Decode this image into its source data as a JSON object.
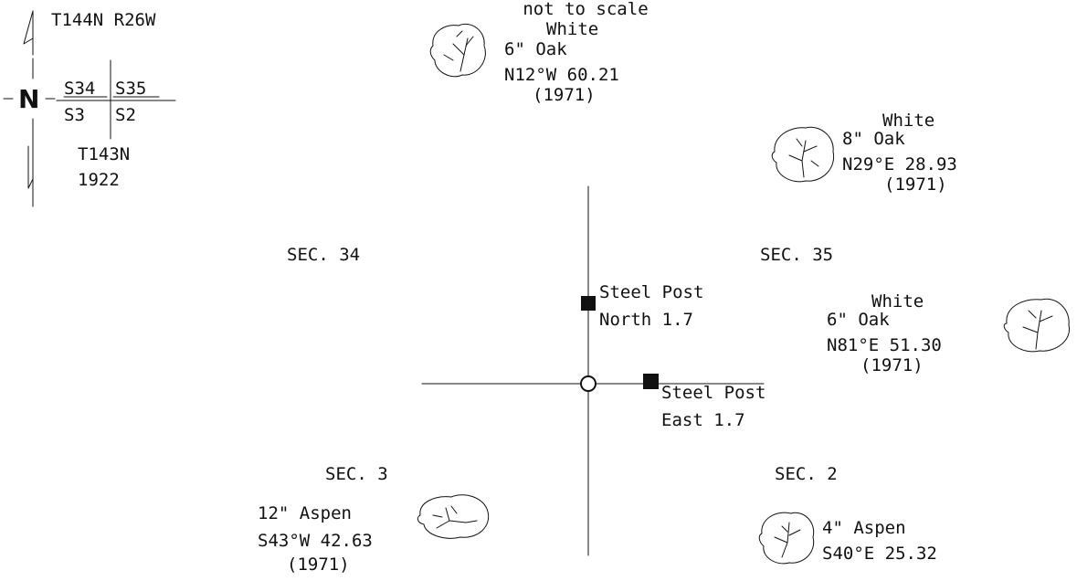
{
  "note": "not to scale",
  "locator": {
    "township_top": "T144N R26W",
    "north_letter": "N",
    "cells": [
      "S34",
      "S35",
      "S3",
      "S2"
    ],
    "township_bottom": "T143N",
    "year": "1922"
  },
  "sections": {
    "nw": "SEC. 34",
    "ne": "SEC. 35",
    "sw": "SEC. 3",
    "se": "SEC. 2"
  },
  "posts": {
    "north": {
      "line1": "Steel Post",
      "line2": "North 1.7"
    },
    "east": {
      "line1": "Steel Post",
      "line2": "East 1.7"
    }
  },
  "bearing_trees": {
    "top": {
      "line1": "White",
      "line2": "6\" Oak",
      "line3": "N12°W 60.21",
      "line4": "(1971)",
      "icon": "tree-icon"
    },
    "upper_right": {
      "line1": "White",
      "line2": "8\" Oak",
      "line3": "N29°E 28.93",
      "line4": "(1971)",
      "icon": "tree-icon"
    },
    "right": {
      "line1": "White",
      "line2": "6\" Oak",
      "line3": "N81°E 51.30",
      "line4": "(1971)",
      "icon": "tree-icon"
    },
    "lower_left": {
      "line1": "12\" Aspen",
      "line2": "S43°W 42.63",
      "line3": "(1971)",
      "icon": "tree-icon"
    },
    "lower_right": {
      "line1": "4\" Aspen",
      "line2": "S40°E 25.32",
      "icon": "tree-icon"
    }
  }
}
